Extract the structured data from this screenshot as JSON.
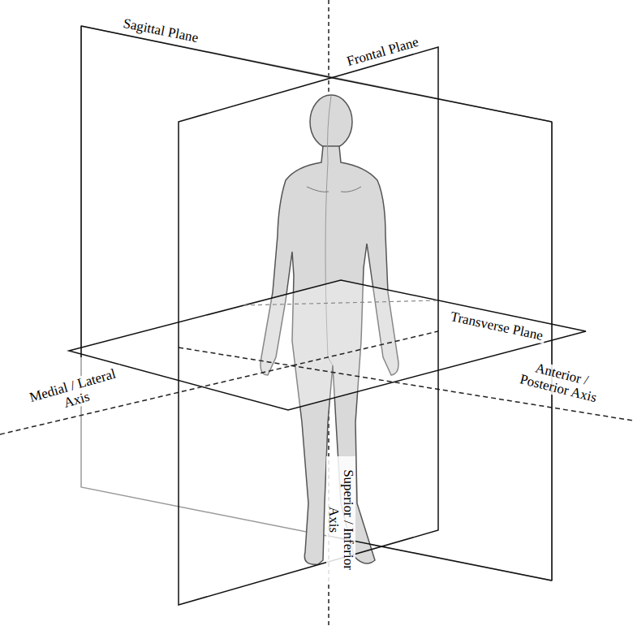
{
  "diagram": {
    "labels": [
      "Sagittal Plane",
      "Frontal Plane",
      "Transverse Plane",
      "Medial / Lateral Axis",
      "Anterior / Posterior Axis",
      "Superior / Inferior Axis"
    ]
  }
}
